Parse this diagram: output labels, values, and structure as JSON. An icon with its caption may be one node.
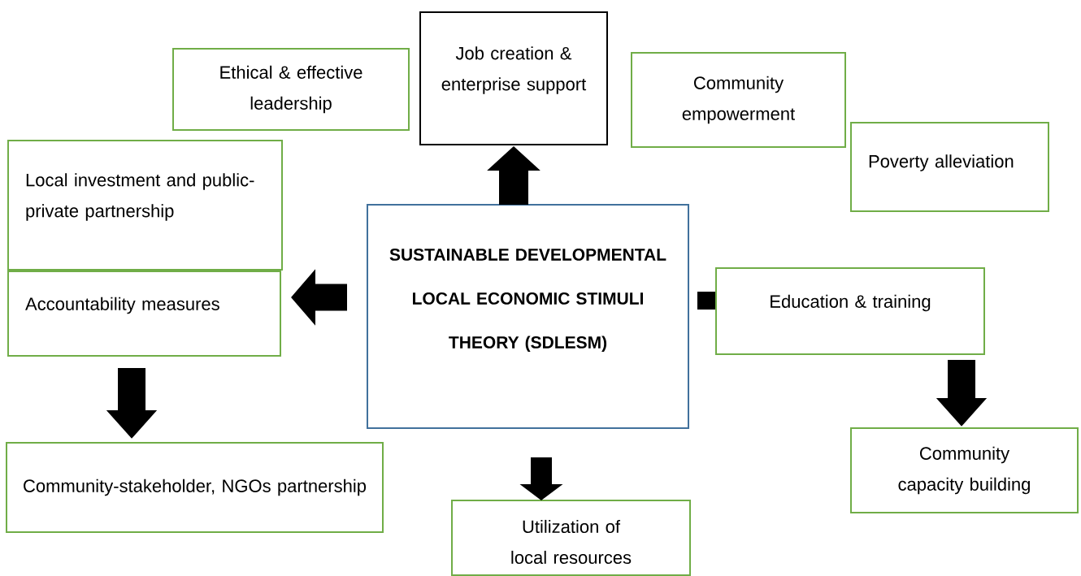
{
  "diagram": {
    "nodes": [
      {
        "text": [
          "Job creation & enterprise support"
        ]
      },
      {
        "text": [
          "Ethical & effective leadership"
        ]
      },
      {
        "text": [
          "Community empowerment"
        ]
      },
      {
        "text": [
          "Poverty alleviation"
        ]
      },
      {
        "text": [
          "Local investment and public-private partnership"
        ]
      },
      {
        "text": [
          "SUSTAINABLE DEVELOPMENTAL LOCAL ECONOMIC STIMULI THEORY (SDLESM)"
        ]
      },
      {
        "text": [
          "Accountability measures"
        ]
      },
      {
        "text": [
          "Education & training"
        ]
      },
      {
        "text": [
          "Community-stakeholder, NGOs partnership"
        ]
      },
      {
        "text": [
          "Community capacity building"
        ]
      },
      {
        "text": [
          "Utilization of local resources"
        ]
      }
    ],
    "edges": [
      {
        "from": 5,
        "to": 0,
        "arrow": "to"
      },
      {
        "from": 5,
        "to": 6,
        "arrow": "to"
      },
      {
        "from": 6,
        "to": 8,
        "arrow": "to"
      },
      {
        "from": 5,
        "to": 7,
        "arrow": "none"
      },
      {
        "from": 7,
        "to": 9,
        "arrow": "to"
      },
      {
        "from": 5,
        "to": 10,
        "arrow": "to"
      }
    ]
  }
}
